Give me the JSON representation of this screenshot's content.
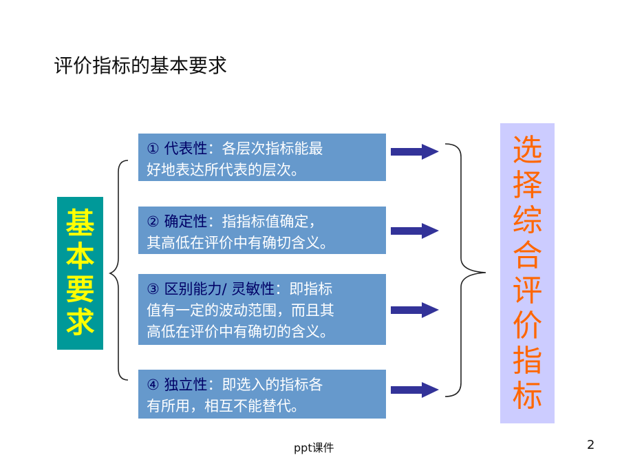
{
  "title": "评价指标的基本要求",
  "left_label": [
    "基",
    "本",
    "要",
    "求"
  ],
  "items": [
    {
      "num": "①",
      "keyword": "代表性",
      "sep": "：",
      "line1_rest": "各层次指标能最",
      "line2": "好地表达所代表的层次。",
      "line3": ""
    },
    {
      "num": "②",
      "keyword": "确定性",
      "sep": "：",
      "line1_rest": "指指标值确定，",
      "line2": "其高低在评价中有确切含义。",
      "line3": ""
    },
    {
      "num": "③",
      "keyword": "区别能力/ 灵敏性",
      "sep": "：",
      "line1_rest": "即指标",
      "line2": "值有一定的波动范围，而且其",
      "line3": "高低在评价中有确切的含义。"
    },
    {
      "num": "④",
      "keyword": "独立性",
      "sep": "：",
      "line1_rest": "即选入的指标各",
      "line2": "有所用，相互不能替代。",
      "line3": ""
    }
  ],
  "right_label": [
    "选",
    "择",
    "综",
    "合",
    "评",
    "价",
    "指",
    "标"
  ],
  "colors": {
    "left_box": "#009999",
    "left_text": "#ffff00",
    "item_box": "#6699cc",
    "keyword_text": "#000066",
    "arrow": "#333399",
    "right_box": "#ccccff",
    "right_text": "#ff6600"
  },
  "footer": "ppt课件",
  "page_number": "2"
}
